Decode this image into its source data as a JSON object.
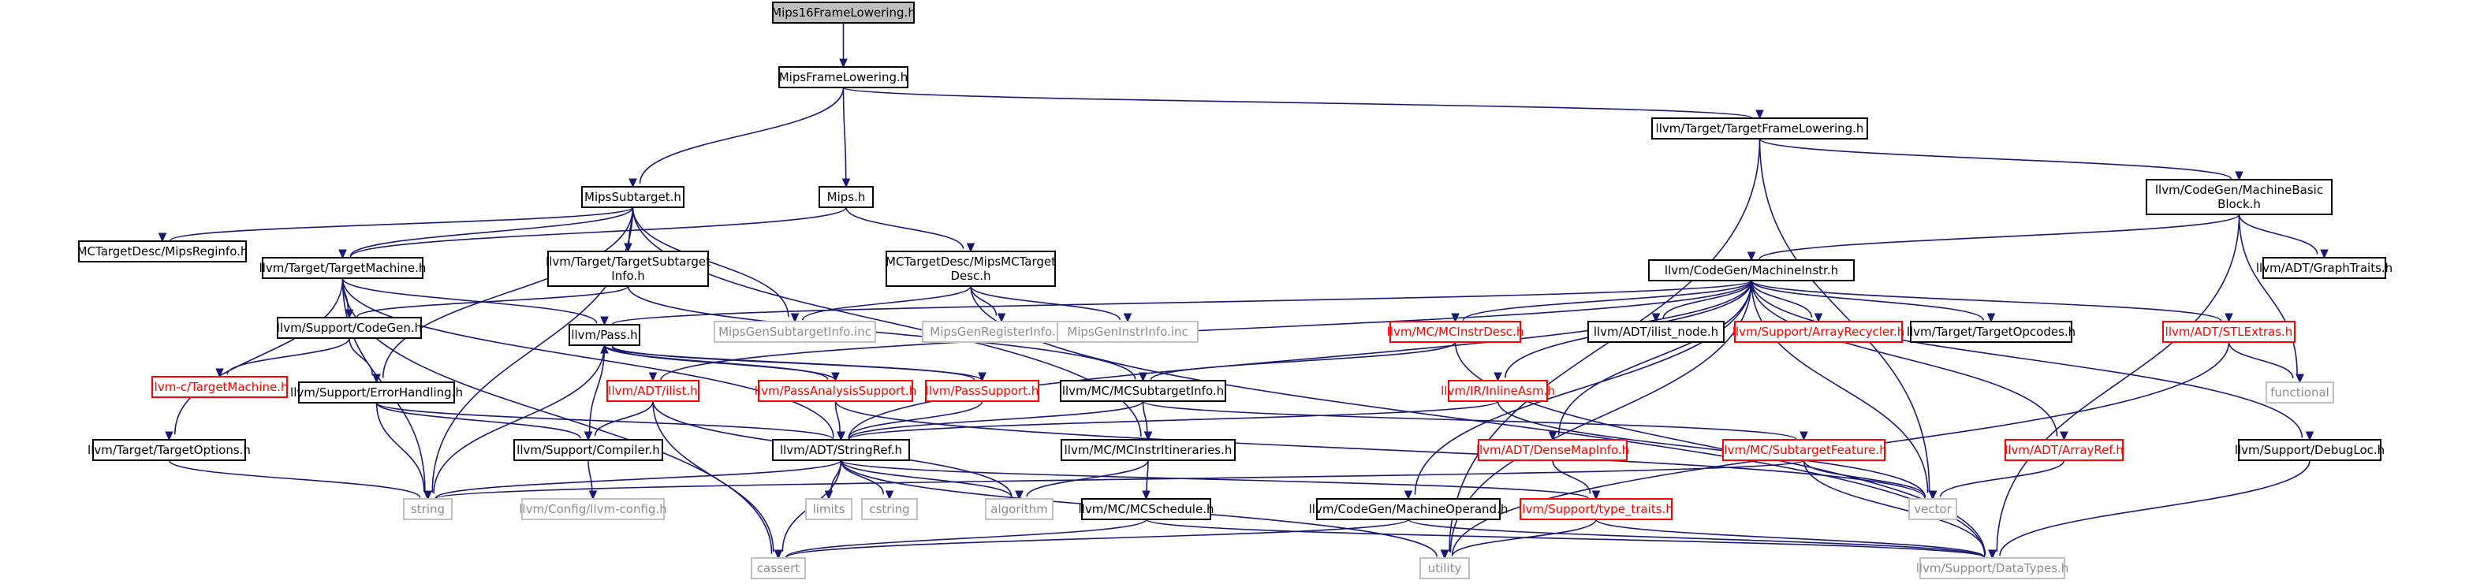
{
  "colors": {
    "edge": "#191970",
    "normal_border": "#000000",
    "red_border": "#ff0000",
    "gray_border": "#bfbfbf",
    "root_fill": "#bfbfbf",
    "normal_text": "#000000",
    "red_text": "#ff0000",
    "gray_text": "#8c8c8c"
  },
  "nodes": [
    {
      "id": "n0",
      "label": "Mips16FrameLowering.h",
      "style": "root"
    },
    {
      "id": "n1",
      "label": "MipsFrameLowering.h",
      "style": "normal"
    },
    {
      "id": "n2",
      "label": "llvm/Target/TargetFrameLowering.h",
      "style": "normal"
    },
    {
      "id": "n3",
      "label": "MipsSubtarget.h",
      "style": "normal"
    },
    {
      "id": "n4",
      "label": "Mips.h",
      "style": "normal"
    },
    {
      "id": "n5",
      "label": [
        "llvm/CodeGen/MachineBasic",
        "Block.h"
      ],
      "style": "normal"
    },
    {
      "id": "n6",
      "label": "MCTargetDesc/MipsReginfo.h",
      "style": "normal"
    },
    {
      "id": "n7",
      "label": "llvm/Target/TargetMachine.h",
      "style": "normal"
    },
    {
      "id": "n8",
      "label": [
        "llvm/Target/TargetSubtarget",
        "Info.h"
      ],
      "style": "normal"
    },
    {
      "id": "n9",
      "label": [
        "MCTargetDesc/MipsMCTarget",
        "Desc.h"
      ],
      "style": "normal"
    },
    {
      "id": "n10",
      "label": "llvm/CodeGen/MachineInstr.h",
      "style": "normal"
    },
    {
      "id": "n11",
      "label": "llvm/ADT/GraphTraits.h",
      "style": "normal"
    },
    {
      "id": "n12",
      "label": "llvm/Support/CodeGen.h",
      "style": "normal"
    },
    {
      "id": "n13",
      "label": "llvm/Pass.h",
      "style": "normal"
    },
    {
      "id": "n14",
      "label": "MipsGenSubtargetInfo.inc",
      "style": "gray"
    },
    {
      "id": "n15",
      "label": "MipsGenRegisterInfo.inc",
      "style": "gray"
    },
    {
      "id": "n16",
      "label": "MipsGenInstrInfo.inc",
      "style": "gray"
    },
    {
      "id": "n17",
      "label": "llvm/MC/MCInstrDesc.h",
      "style": "red"
    },
    {
      "id": "n18",
      "label": "llvm/ADT/ilist_node.h",
      "style": "normal"
    },
    {
      "id": "n19",
      "label": "llvm/Support/ArrayRecycler.h",
      "style": "red"
    },
    {
      "id": "n20",
      "label": "llvm/Target/TargetOpcodes.h",
      "style": "normal"
    },
    {
      "id": "n21",
      "label": "llvm/ADT/STLExtras.h",
      "style": "red"
    },
    {
      "id": "n22",
      "label": "llvm-c/TargetMachine.h",
      "style": "red"
    },
    {
      "id": "n23",
      "label": "llvm/Support/ErrorHandling.h",
      "style": "normal"
    },
    {
      "id": "n24",
      "label": "llvm/ADT/ilist.h",
      "style": "red"
    },
    {
      "id": "n25",
      "label": "llvm/PassAnalysisSupport.h",
      "style": "red"
    },
    {
      "id": "n26",
      "label": "llvm/PassSupport.h",
      "style": "red"
    },
    {
      "id": "n27",
      "label": "llvm/MC/MCSubtargetInfo.h",
      "style": "normal"
    },
    {
      "id": "n28",
      "label": "llvm/IR/InlineAsm.h",
      "style": "red"
    },
    {
      "id": "n29",
      "label": "functional",
      "style": "gray"
    },
    {
      "id": "n30",
      "label": "llvm/Target/TargetOptions.h",
      "style": "normal"
    },
    {
      "id": "n31",
      "label": "llvm/Support/Compiler.h",
      "style": "normal"
    },
    {
      "id": "n32",
      "label": "llvm/ADT/StringRef.h",
      "style": "normal"
    },
    {
      "id": "n33",
      "label": "llvm/MC/MCInstrItineraries.h",
      "style": "normal"
    },
    {
      "id": "n34",
      "label": "llvm/ADT/DenseMapInfo.h",
      "style": "red"
    },
    {
      "id": "n35",
      "label": "llvm/MC/SubtargetFeature.h",
      "style": "red"
    },
    {
      "id": "n36",
      "label": "llvm/ADT/ArrayRef.h",
      "style": "red"
    },
    {
      "id": "n37",
      "label": "llvm/Support/DebugLoc.h",
      "style": "normal"
    },
    {
      "id": "n38",
      "label": "string",
      "style": "gray"
    },
    {
      "id": "n39",
      "label": "llvm/Config/llvm-config.h",
      "style": "gray"
    },
    {
      "id": "n40",
      "label": "limits",
      "style": "gray"
    },
    {
      "id": "n41",
      "label": "cstring",
      "style": "gray"
    },
    {
      "id": "n42",
      "label": "algorithm",
      "style": "gray"
    },
    {
      "id": "n43",
      "label": "llvm/MC/MCSchedule.h",
      "style": "normal"
    },
    {
      "id": "n44",
      "label": "llvm/CodeGen/MachineOperand.h",
      "style": "normal"
    },
    {
      "id": "n45",
      "label": "llvm/Support/type_traits.h",
      "style": "red"
    },
    {
      "id": "n46",
      "label": "vector",
      "style": "gray"
    },
    {
      "id": "n47",
      "label": "cassert",
      "style": "gray"
    },
    {
      "id": "n48",
      "label": "utility",
      "style": "gray"
    },
    {
      "id": "n49",
      "label": "llvm/Support/DataTypes.h",
      "style": "gray"
    }
  ],
  "edges": [
    [
      "n0",
      "n1"
    ],
    [
      "n1",
      "n2"
    ],
    [
      "n1",
      "n3"
    ],
    [
      "n1",
      "n4"
    ],
    [
      "n2",
      "n5"
    ],
    [
      "n2",
      "n48"
    ],
    [
      "n2",
      "n46"
    ],
    [
      "n3",
      "n6"
    ],
    [
      "n3",
      "n7"
    ],
    [
      "n3",
      "n8"
    ],
    [
      "n3",
      "n14"
    ],
    [
      "n3",
      "n23"
    ],
    [
      "n3",
      "n38"
    ],
    [
      "n3",
      "n33"
    ],
    [
      "n4",
      "n7"
    ],
    [
      "n4",
      "n9"
    ],
    [
      "n5",
      "n10"
    ],
    [
      "n5",
      "n11"
    ],
    [
      "n5",
      "n29"
    ],
    [
      "n5",
      "n49"
    ],
    [
      "n7",
      "n12"
    ],
    [
      "n7",
      "n13"
    ],
    [
      "n7",
      "n30"
    ],
    [
      "n7",
      "n32"
    ],
    [
      "n7",
      "n38"
    ],
    [
      "n7",
      "n47"
    ],
    [
      "n8",
      "n12"
    ],
    [
      "n8",
      "n27"
    ],
    [
      "n9",
      "n14"
    ],
    [
      "n9",
      "n15"
    ],
    [
      "n9",
      "n16"
    ],
    [
      "n9",
      "n49"
    ],
    [
      "n10",
      "n17"
    ],
    [
      "n10",
      "n18"
    ],
    [
      "n10",
      "n19"
    ],
    [
      "n10",
      "n20"
    ],
    [
      "n10",
      "n21"
    ],
    [
      "n10",
      "n28"
    ],
    [
      "n10",
      "n34"
    ],
    [
      "n10",
      "n36"
    ],
    [
      "n10",
      "n37"
    ],
    [
      "n10",
      "n44"
    ],
    [
      "n10",
      "n46"
    ],
    [
      "n10",
      "n48"
    ],
    [
      "n10",
      "n24"
    ],
    [
      "n10",
      "n13"
    ],
    [
      "n10",
      "n32"
    ],
    [
      "n12",
      "n22"
    ],
    [
      "n12",
      "n23"
    ],
    [
      "n13",
      "n25"
    ],
    [
      "n13",
      "n26"
    ],
    [
      "n13",
      "n31"
    ],
    [
      "n13",
      "n38"
    ],
    [
      "n17",
      "n27"
    ],
    [
      "n17",
      "n49"
    ],
    [
      "n21",
      "n29"
    ],
    [
      "n21",
      "n48"
    ],
    [
      "n23",
      "n31"
    ],
    [
      "n23",
      "n38"
    ],
    [
      "n23",
      "n32"
    ],
    [
      "n24",
      "n31"
    ],
    [
      "n24",
      "n42"
    ],
    [
      "n24",
      "n47"
    ],
    [
      "n25",
      "n13"
    ],
    [
      "n25",
      "n32"
    ],
    [
      "n25",
      "n46"
    ],
    [
      "n26",
      "n13"
    ],
    [
      "n26",
      "n32"
    ],
    [
      "n27",
      "n32"
    ],
    [
      "n27",
      "n33"
    ],
    [
      "n27",
      "n35"
    ],
    [
      "n28",
      "n32"
    ],
    [
      "n28",
      "n46"
    ],
    [
      "n30",
      "n38"
    ],
    [
      "n31",
      "n39"
    ],
    [
      "n32",
      "n38"
    ],
    [
      "n32",
      "n40"
    ],
    [
      "n32",
      "n41"
    ],
    [
      "n32",
      "n42"
    ],
    [
      "n32",
      "n47"
    ],
    [
      "n32",
      "n48"
    ],
    [
      "n32",
      "n45"
    ],
    [
      "n33",
      "n42"
    ],
    [
      "n33",
      "n43"
    ],
    [
      "n34",
      "n45"
    ],
    [
      "n35",
      "n38"
    ],
    [
      "n35",
      "n46"
    ],
    [
      "n35",
      "n49"
    ],
    [
      "n36",
      "n46"
    ],
    [
      "n37",
      "n49"
    ],
    [
      "n43",
      "n47"
    ],
    [
      "n43",
      "n49"
    ],
    [
      "n44",
      "n47"
    ],
    [
      "n44",
      "n49"
    ],
    [
      "n45",
      "n48"
    ],
    [
      "n45",
      "n49"
    ]
  ]
}
